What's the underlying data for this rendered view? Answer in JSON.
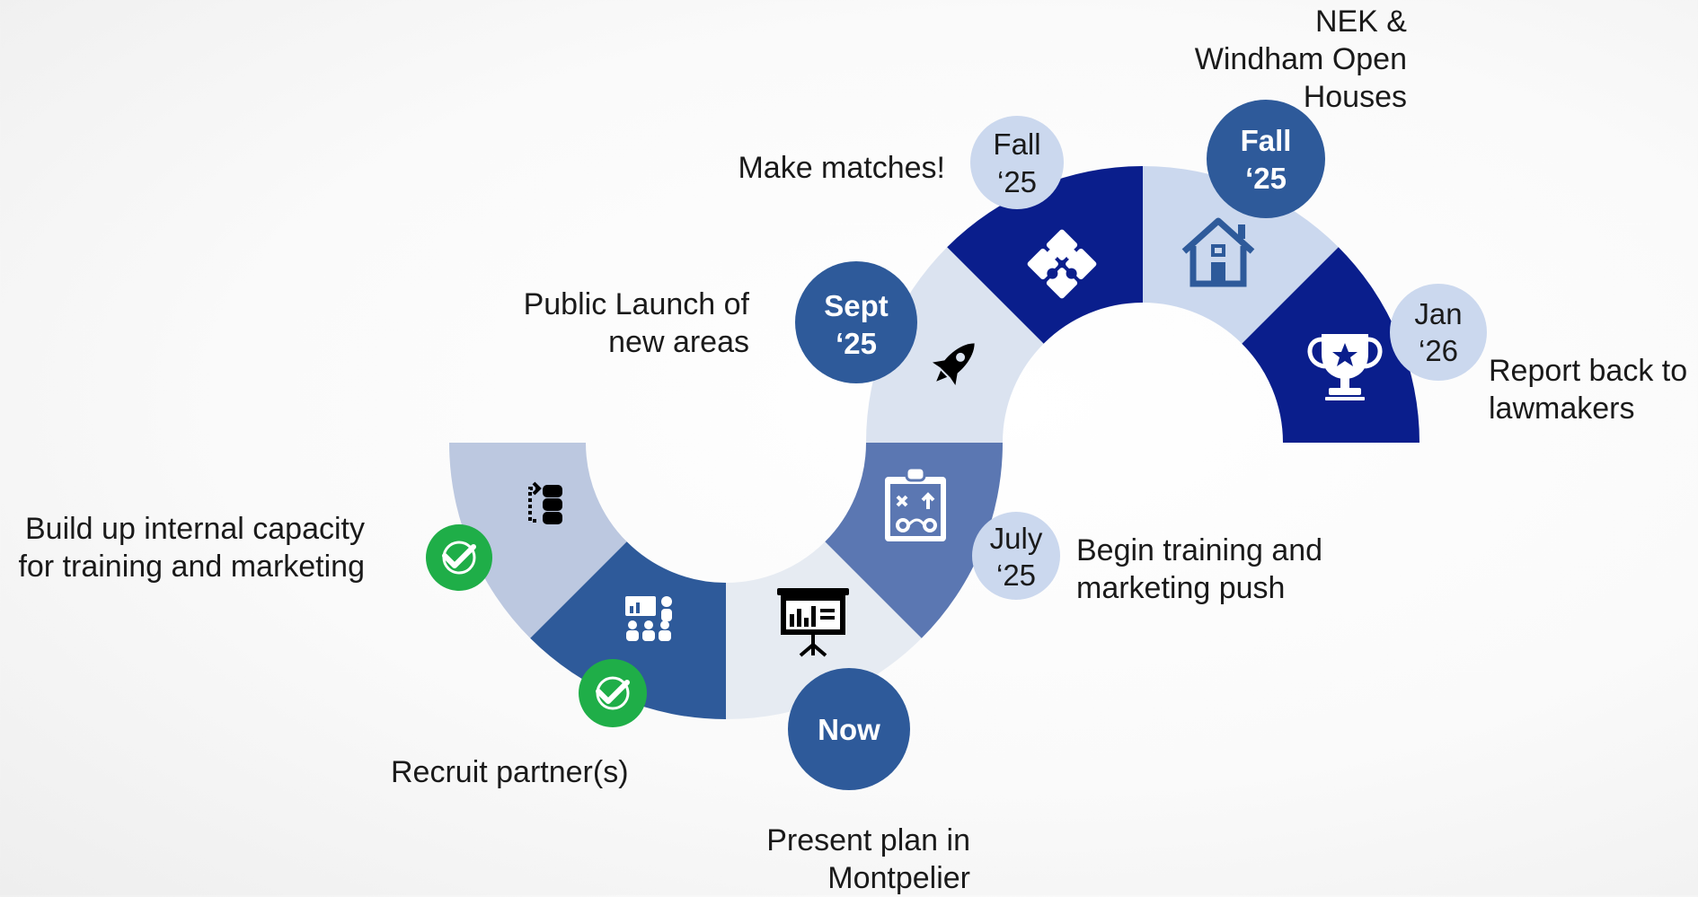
{
  "colors": {
    "navy": "#0a1e8c",
    "blue": "#2e5a9a",
    "periwinkle": "#5b77b2",
    "light_blue": "#cbd8ee",
    "lighter_blue": "#dbe3f0",
    "pale": "#e6ebf2",
    "bluegray": "#bcc8e0",
    "check_green": "#1fae48",
    "text": "#1a1a1a"
  },
  "milestones": [
    {
      "id": "build-capacity",
      "label_lines": [
        "Build up internal capacity",
        "for training and marketing"
      ],
      "status": "complete",
      "icon": "workflow-icon",
      "segment_color": "bluegray"
    },
    {
      "id": "recruit-partners",
      "label_lines": [
        "Recruit partner(s)"
      ],
      "status": "complete",
      "icon": "presentation-audience-icon",
      "segment_color": "blue"
    },
    {
      "id": "present-plan",
      "label_lines": [
        "Present plan in",
        "Montpelier"
      ],
      "date_lines": [
        "Now"
      ],
      "date_bold": true,
      "icon": "easel-chart-icon",
      "segment_color": "pale"
    },
    {
      "id": "begin-training",
      "label_lines": [
        "Begin training and",
        "marketing push"
      ],
      "date_lines": [
        "July",
        "‘25"
      ],
      "date_bold": false,
      "icon": "strategy-clipboard-icon",
      "segment_color": "periwinkle"
    },
    {
      "id": "public-launch",
      "label_lines": [
        "Public Launch of",
        "new areas"
      ],
      "date_lines": [
        "Sept",
        "‘25"
      ],
      "date_bold": true,
      "icon": "rocket-icon",
      "segment_color": "lighter_blue"
    },
    {
      "id": "make-matches",
      "label_lines": [
        "Make matches!"
      ],
      "date_lines": [
        "Fall",
        "‘25"
      ],
      "date_bold": false,
      "icon": "puzzle-icon",
      "segment_color": "navy"
    },
    {
      "id": "open-houses",
      "label_lines": [
        "NEK &",
        "Windham Open",
        "Houses"
      ],
      "date_lines": [
        "Fall",
        "‘25"
      ],
      "date_bold": true,
      "icon": "house-icon",
      "segment_color": "light_blue"
    },
    {
      "id": "report-back",
      "label_lines": [
        "Report back to",
        "lawmakers"
      ],
      "date_lines": [
        "Jan",
        "‘26"
      ],
      "date_bold": false,
      "icon": "trophy-icon",
      "segment_color": "navy"
    }
  ]
}
